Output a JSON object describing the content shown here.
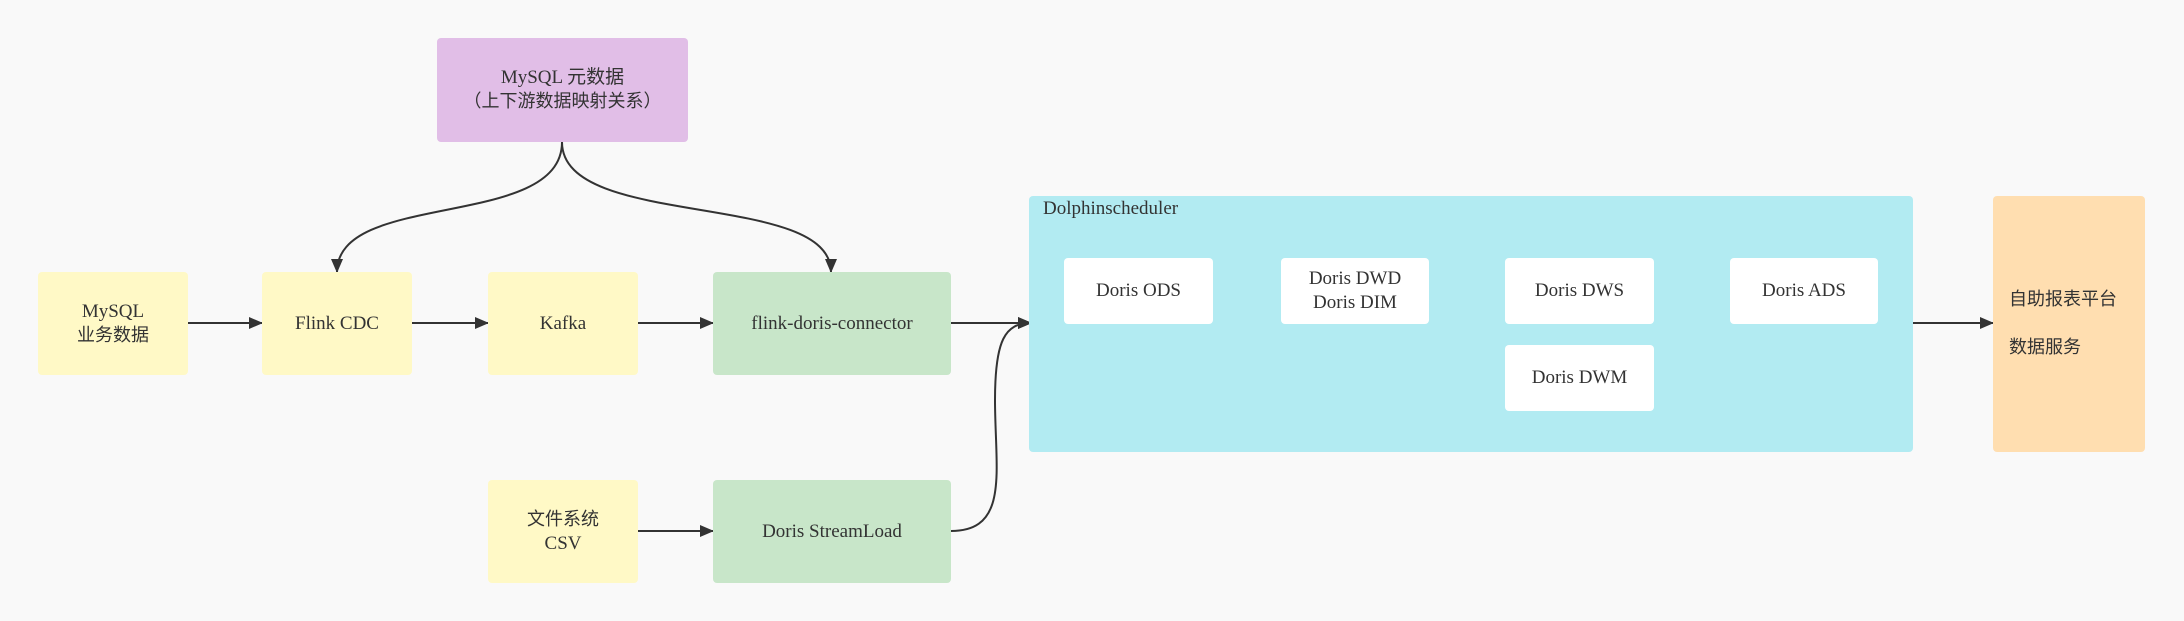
{
  "nodes": {
    "mysql_meta": {
      "line1": "MySQL 元数据",
      "line2": "（上下游数据映射关系）"
    },
    "mysql_biz": {
      "line1": "MySQL",
      "line2": "业务数据"
    },
    "flink_cdc": {
      "label": "Flink CDC"
    },
    "kafka": {
      "label": "Kafka"
    },
    "flink_doris_connector": {
      "label": "flink-doris-connector"
    },
    "file_system": {
      "line1": "文件系统",
      "line2": "CSV"
    },
    "doris_streamload": {
      "label": "Doris StreamLoad"
    },
    "doris_ods": {
      "label": "Doris ODS"
    },
    "doris_dwd": {
      "line1": "Doris DWD",
      "line2": "Doris DIM"
    },
    "doris_dws": {
      "label": "Doris DWS"
    },
    "doris_ads": {
      "label": "Doris ADS"
    },
    "doris_dwm": {
      "label": "Doris DWM"
    },
    "report_platform": {
      "line1": "自助报表平台",
      "line2": "数据服务"
    }
  },
  "groups": {
    "dolphinscheduler": {
      "title": "Dolphinscheduler"
    }
  },
  "colors": {
    "source": "#fff9c6",
    "connector": "#c8e6c9",
    "metadata": "#e1bee7",
    "scheduler": "#b2ebf2",
    "output": "#ffdeb0",
    "edge": "#333333"
  }
}
